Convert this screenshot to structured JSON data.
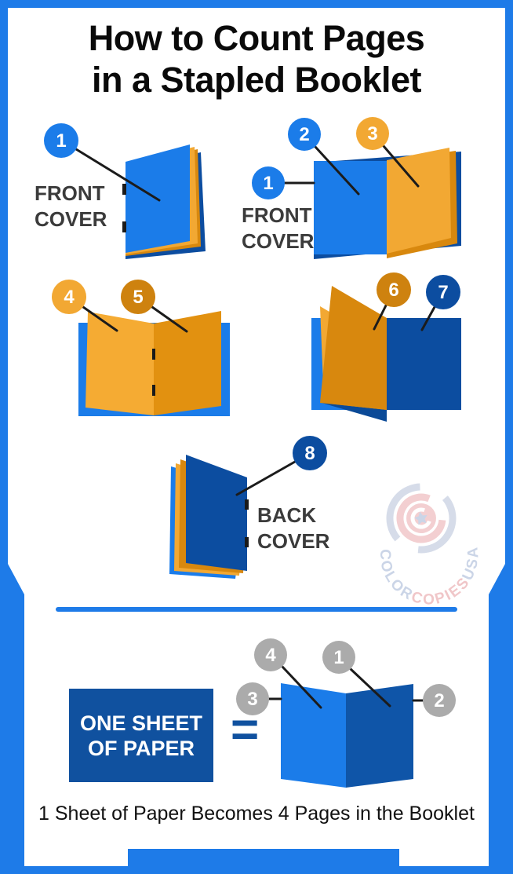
{
  "title": {
    "line1": "How to Count Pages",
    "line2": "in a Stapled Booklet"
  },
  "labels": {
    "front_cover_top": {
      "line1": "FRONT",
      "line2": "COVER"
    },
    "front_cover_open": {
      "line1": "FRONT",
      "line2": "COVER"
    },
    "back_cover": {
      "line1": "BACK",
      "line2": "COVER"
    }
  },
  "badges": {
    "b1": "1",
    "b2": "2",
    "b3": "3",
    "b4": "4",
    "b5": "5",
    "b6": "6",
    "b7": "7",
    "b8": "8"
  },
  "sheet_badges": {
    "s1": "1",
    "s2": "2",
    "s3": "3",
    "s4": "4"
  },
  "one_sheet_box": {
    "line1": "ONE SHEET",
    "line2": "OF PAPER"
  },
  "equals_sign": "=",
  "caption": "1 Sheet of Paper Becomes 4 Pages in the Booklet",
  "watermark": {
    "arc_part1": "COLOR",
    "arc_part2": "COPIES",
    "arc_part3": "USA"
  },
  "colors": {
    "frame_blue": "#1E7BE8",
    "bright_blue": "#1B7CE9",
    "dark_blue": "#0C4DA0",
    "sheet_right_blue": "#0F55A8",
    "light_orange": "#F2A833",
    "mid_orange": "#E29110",
    "dark_orange": "#D8880E",
    "circle_dark_orange": "#CE820F",
    "badge_gray": "#ABABAB",
    "label_text": "#3B3B3B",
    "box_blue": "#10519F",
    "watermark_gray_blue": "#D4DBE8",
    "watermark_pink": "#F3CDCF"
  }
}
